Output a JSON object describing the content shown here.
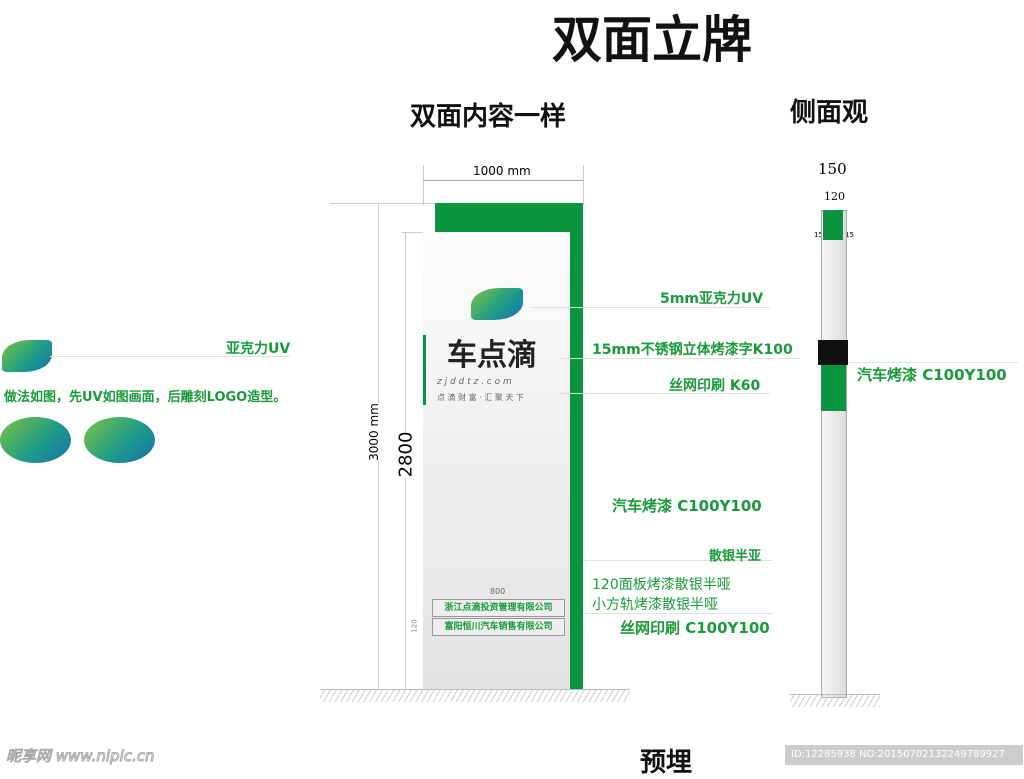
{
  "title": "双面立牌",
  "front": {
    "heading": "双面内容一样",
    "width_label": "1000 mm",
    "height_label": "3000 mm",
    "inner_height_label": "2800",
    "brand": "车点滴",
    "url": "z j d d t z . c o m",
    "slogan": "点 滴 财 富 · 汇 聚 天 下",
    "plate_width": "800",
    "plate_height": "120",
    "plates": [
      "浙江点滴投资管理有限公司",
      "富阳恒川汽车销售有限公司"
    ]
  },
  "side": {
    "heading": "侧面观",
    "dim_total": "150",
    "dim_inner": "120",
    "dim_edge_left": "15",
    "dim_edge_right": "15",
    "label": "汽车烤漆 C100Y100"
  },
  "callouts": [
    "5mm亚克力UV",
    "15mm不锈钢立体烤漆字K100",
    "丝网印刷 K60",
    "汽车烤漆 C100Y100",
    "散银半亚",
    "120面板烤漆散银半哑",
    "小方轨烤漆散银半哑",
    "丝网印刷 C100Y100"
  ],
  "logo_note": {
    "label": "亚克力UV",
    "desc": "做法如图，先UV如图画面，后雕刻LOGO造型。"
  },
  "footer": {
    "embed": "预埋",
    "watermark": "昵享网 www.nipic.cn",
    "id": "ID:12285938 NO:20150702132249789927"
  },
  "colors": {
    "green": "#0b9440"
  }
}
